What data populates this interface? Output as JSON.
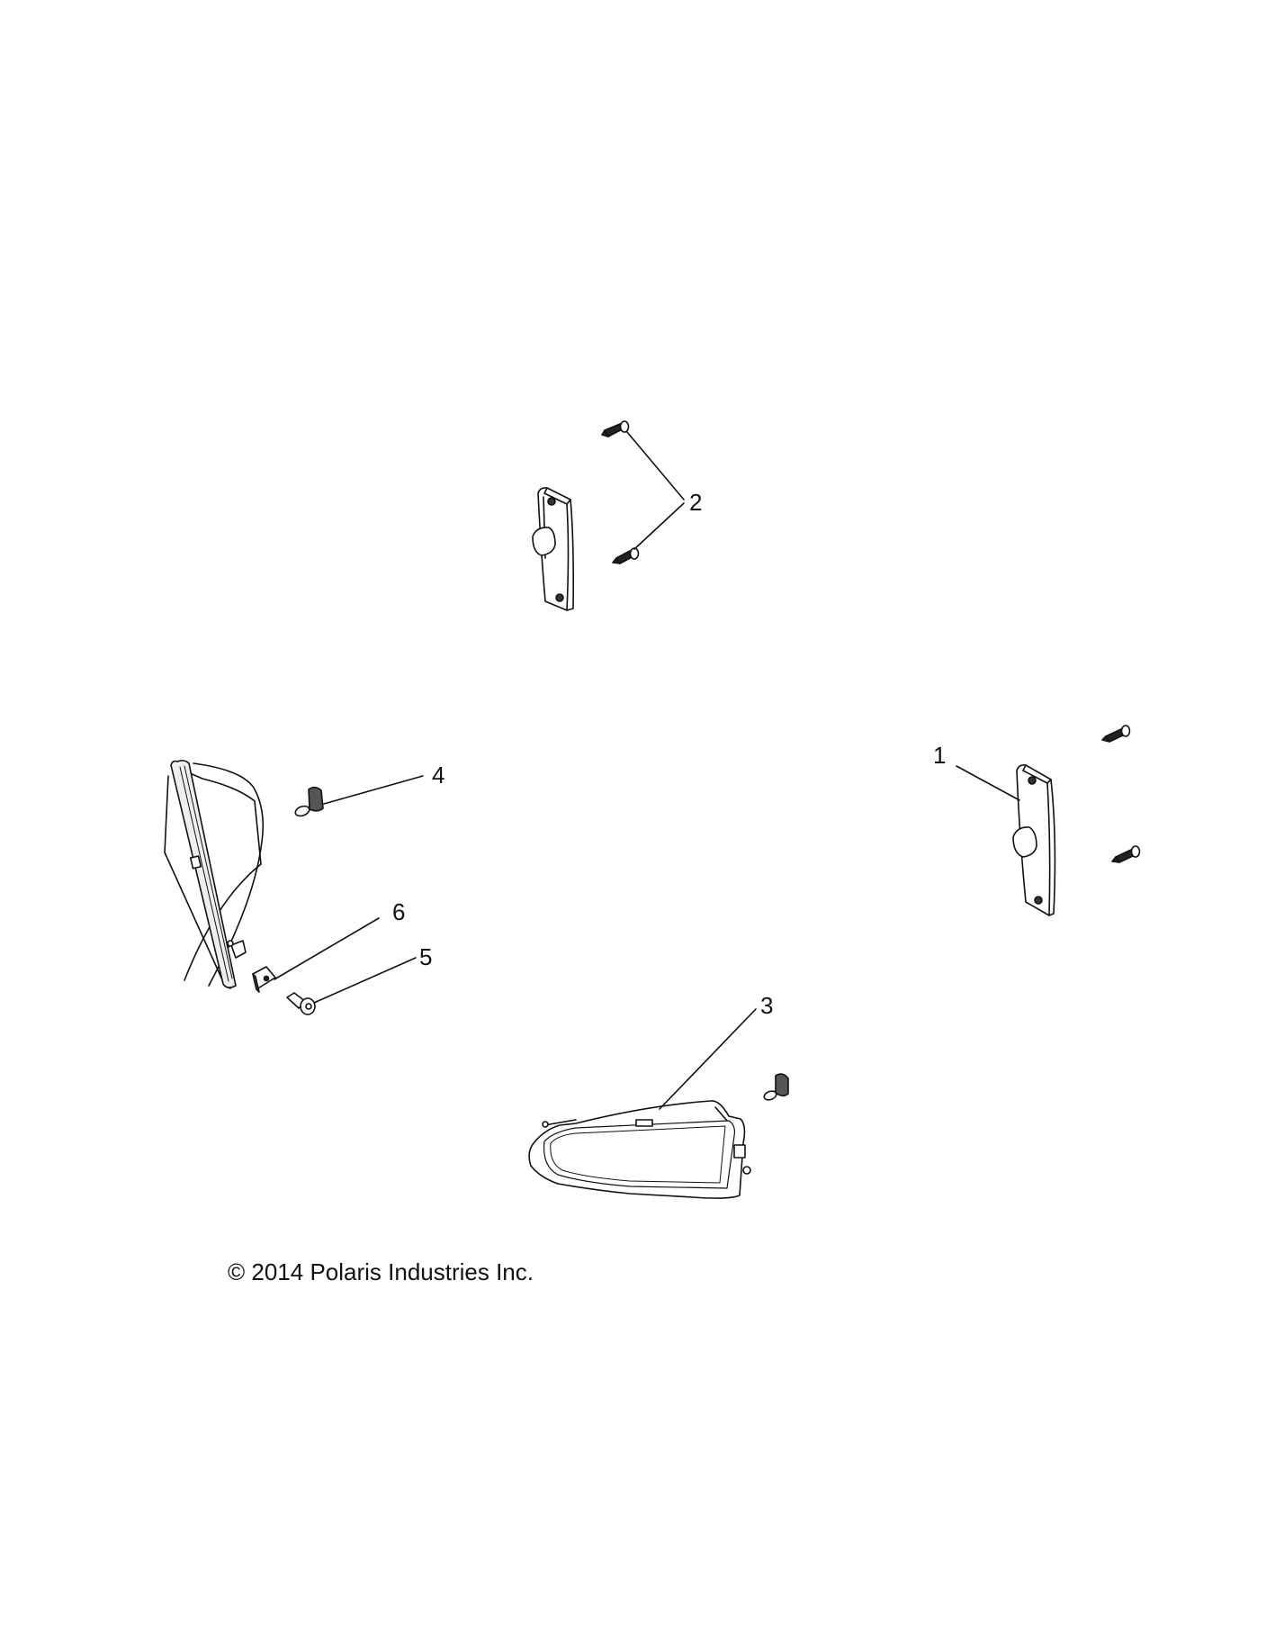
{
  "diagram": {
    "type": "exploded-parts-diagram",
    "subject": "lighting assembly (reflectors, headlight, fog lamp, bulbs, fasteners)",
    "callouts": [
      {
        "id": "1",
        "label": "1",
        "part": "reflector-right"
      },
      {
        "id": "2",
        "label": "2",
        "part": "reflector-screws"
      },
      {
        "id": "3",
        "label": "3",
        "part": "fog-lamp-housing"
      },
      {
        "id": "4",
        "label": "4",
        "part": "headlight-bulb"
      },
      {
        "id": "5",
        "label": "5",
        "part": "mounting-bolt"
      },
      {
        "id": "6",
        "label": "6",
        "part": "speed-nut-clip"
      }
    ],
    "line_color": "#111111",
    "background": "#ffffff"
  },
  "footer": {
    "copyright": "© 2014 Polaris Industries Inc."
  }
}
